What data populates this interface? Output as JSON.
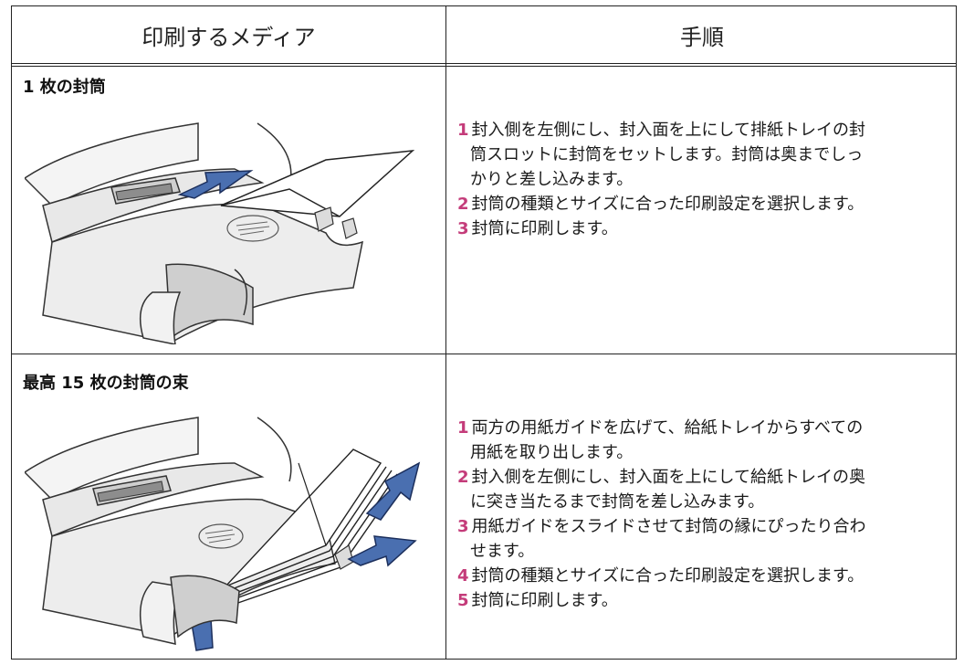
{
  "header": {
    "media_col": "印刷するメディア",
    "steps_col": "手順"
  },
  "rows": [
    {
      "title": "1 枚の封筒",
      "steps": [
        {
          "num": "1",
          "text": "封入側を左側にし、封入面を上にして排紙トレイの封",
          "cont": [
            "筒スロットに封筒をセットします。封筒は奥までしっ",
            "かりと差し込みます。"
          ]
        },
        {
          "num": "2",
          "text": "封筒の種類とサイズに合った印刷設定を選択します。",
          "cont": []
        },
        {
          "num": "3",
          "text": "封筒に印刷します。",
          "cont": []
        }
      ]
    },
    {
      "title": "最高 15 枚の封筒の束",
      "steps": [
        {
          "num": "1",
          "text": "両方の用紙ガイドを広げて、給紙トレイからすべての",
          "cont": [
            "用紙を取り出します。"
          ]
        },
        {
          "num": "2",
          "text": "封入側を左側にし、封入面を上にして給紙トレイの奥",
          "cont": [
            "に突き当たるまで封筒を差し込みます。"
          ]
        },
        {
          "num": "3",
          "text": "用紙ガイドをスライドさせて封筒の縁にぴったり合わ",
          "cont": [
            "せます。"
          ]
        },
        {
          "num": "4",
          "text": "封筒の種類とサイズに合った印刷設定を選択します。",
          "cont": []
        },
        {
          "num": "5",
          "text": "封筒に印刷します。",
          "cont": []
        }
      ]
    }
  ],
  "colors": {
    "border": "#222222",
    "step_number": "#c43c7a",
    "arrow_fill": "#4a6fb0",
    "arrow_stroke": "#1c2f5c"
  }
}
